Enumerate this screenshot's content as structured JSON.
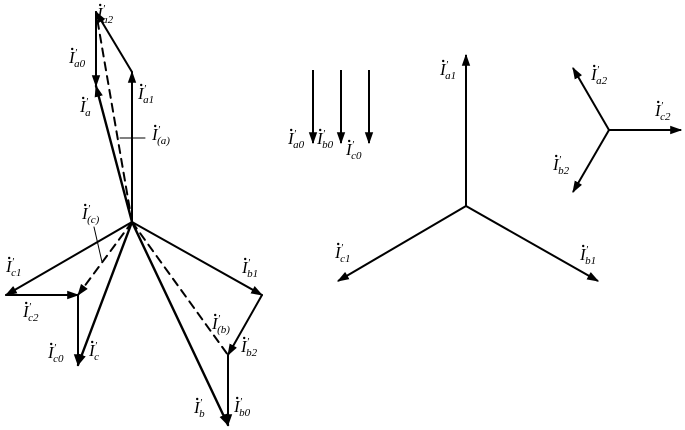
{
  "figure": {
    "left": {
      "labels": {
        "ia2": {
          "base": "I",
          "sub": "a2"
        },
        "ia0": {
          "base": "I",
          "sub": "a0"
        },
        "ia1": {
          "base": "I",
          "sub": "a1"
        },
        "ia": {
          "base": "I",
          "sub": "a"
        },
        "ia_paren": {
          "base": "I",
          "sub": "(a)"
        },
        "ic_paren": {
          "base": "I",
          "sub": "(c)"
        },
        "ic1": {
          "base": "I",
          "sub": "c1"
        },
        "ic2": {
          "base": "I",
          "sub": "c2"
        },
        "ic0": {
          "base": "I",
          "sub": "c0"
        },
        "ic": {
          "base": "I",
          "sub": "c"
        },
        "ib1": {
          "base": "I",
          "sub": "b1"
        },
        "ib_paren": {
          "base": "I",
          "sub": "(b)"
        },
        "ib2": {
          "base": "I",
          "sub": "b2"
        },
        "ib": {
          "base": "I",
          "sub": "b"
        },
        "ib0": {
          "base": "I",
          "sub": "b0"
        }
      }
    },
    "zero_sequence": {
      "labels": {
        "ia0": {
          "base": "I",
          "sub": "a0"
        },
        "ib0": {
          "base": "I",
          "sub": "b0"
        },
        "ic0": {
          "base": "I",
          "sub": "c0"
        }
      }
    },
    "positive_sequence": {
      "labels": {
        "ia1": {
          "base": "I",
          "sub": "a1"
        },
        "ic1": {
          "base": "I",
          "sub": "c1"
        },
        "ib1": {
          "base": "I",
          "sub": "b1"
        }
      }
    },
    "negative_sequence": {
      "labels": {
        "ia2": {
          "base": "I",
          "sub": "a2"
        },
        "ic2": {
          "base": "I",
          "sub": "c2"
        },
        "ib2": {
          "base": "I",
          "sub": "b2"
        }
      }
    }
  }
}
